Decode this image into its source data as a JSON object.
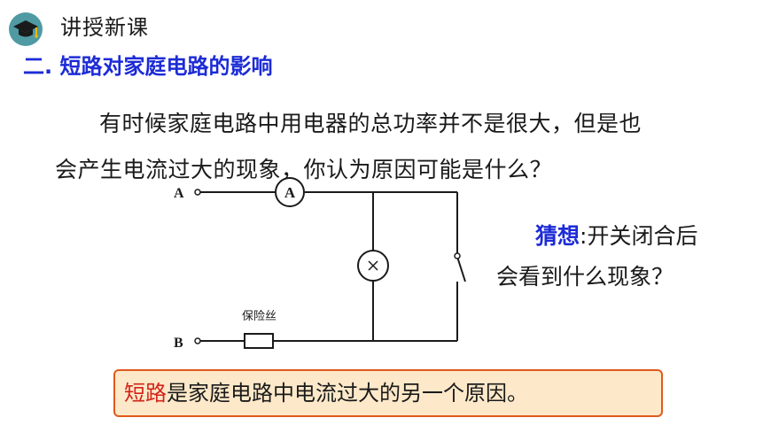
{
  "header": {
    "title": "讲授新课",
    "icon": "graduation-cap-icon",
    "icon_bg": "#4f9aa3"
  },
  "section": {
    "title": "二. 短路对家庭电路的影响"
  },
  "paragraph": {
    "line1": "有时候家庭电路中用电器的总功率并不是很大，但是也",
    "line2": "会产生电流过大的现象，你认为原因可能是什么？"
  },
  "circuit": {
    "terminal_a": "A",
    "terminal_b": "B",
    "ammeter_label": "A",
    "fuse_label": "保险丝"
  },
  "guess": {
    "label": "猜想",
    "line1_rest": ":开关闭合后",
    "line2": "会看到什么现象？"
  },
  "conclusion": {
    "highlight": "短路",
    "rest": "是家庭电路中电流过大的另一个原因。",
    "highlight_color": "#d3231a",
    "box_bg": "#fde9c9",
    "border_color": "#e05a1c"
  },
  "colors": {
    "title_blue": "#1c2bd6"
  }
}
